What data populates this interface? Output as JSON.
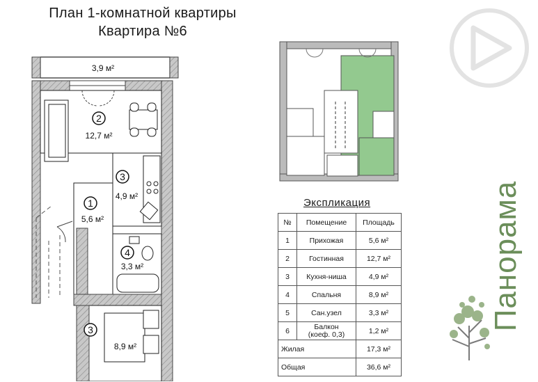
{
  "header": {
    "title_line1": "План 1-комнатной квартиры",
    "title_line2": "Квартира №6"
  },
  "plan": {
    "rooms": [
      {
        "number": "2",
        "area": "12,7 м²"
      },
      {
        "number": "3",
        "area": "4,9 м²"
      },
      {
        "number": "1",
        "area": "5,6 м²"
      },
      {
        "number": "4",
        "area": "3,3 м²"
      },
      {
        "number": "3",
        "area": "8,9 м²"
      }
    ],
    "balcony_area": "3,9 м²"
  },
  "explication": {
    "title": "Экспликация",
    "headers": [
      "№",
      "Помещение",
      "Площадь"
    ],
    "rows": [
      {
        "num": "1",
        "name": "Прихожая",
        "area": "5,6 м²"
      },
      {
        "num": "2",
        "name": "Гостинная",
        "area": "12,7 м²"
      },
      {
        "num": "3",
        "name": "Кухня-ниша",
        "area": "4,9 м²"
      },
      {
        "num": "4",
        "name": "Спальня",
        "area": "8,9 м²"
      },
      {
        "num": "5",
        "name": "Сан.узел",
        "area": "3,3 м²"
      },
      {
        "num": "6",
        "name_line1": "Балкон",
        "name_line2": "(коеф. 0,3)",
        "area": "1,2 м²"
      }
    ],
    "living_label": "Жилая",
    "living_area": "17,3 м²",
    "total_label": "Общая",
    "total_area": "36,6 м²"
  },
  "brand": {
    "name": "Панорама"
  },
  "colors": {
    "highlight": "#93c98f",
    "wall": "#9a9a9a",
    "brand_green": "#6b8e5a",
    "logo_grey": "#e3e3e3"
  }
}
